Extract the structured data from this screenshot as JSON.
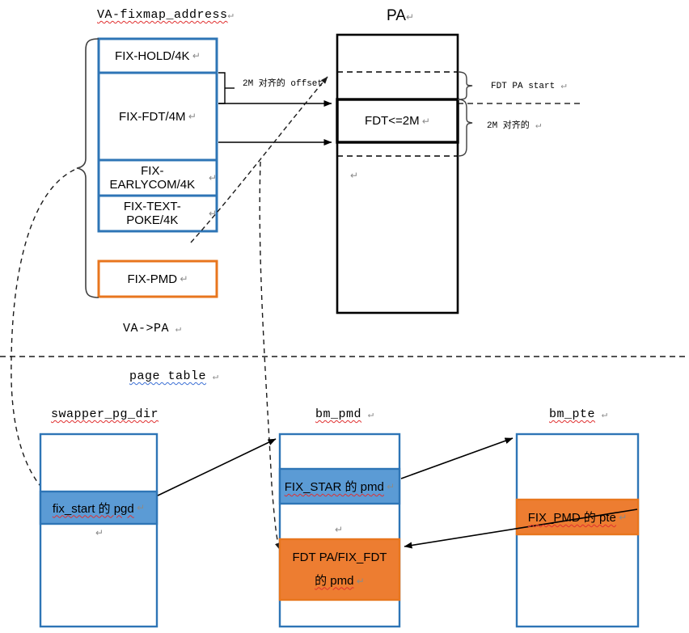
{
  "diagram": {
    "title_va": "VA-fixmap_address",
    "title_pa": "PA",
    "va_to_pa": "VA->PA",
    "page_table": "page table",
    "pilcrow": "↵"
  },
  "va_blocks": [
    {
      "label": "FIX-HOLD/4K",
      "style": "blue-outline"
    },
    {
      "label": "FIX-FDT/4M",
      "style": "blue-outline"
    },
    {
      "label": "FIX-EARLYCOM/4K",
      "style": "blue-outline"
    },
    {
      "label": "FIX-TEXT-POKE/4K",
      "style": "blue-outline"
    },
    {
      "label": "FIX-PMD",
      "style": "orange-outline"
    }
  ],
  "pa": {
    "fdt_label": "FDT<=2M",
    "annotations": [
      {
        "name": "fdt-pa-start",
        "text": "FDT PA start"
      },
      {
        "name": "2m-aligned",
        "text": "2M 对齐的"
      }
    ]
  },
  "offset_note": "2M 对齐的 offset",
  "tables": [
    {
      "name": "swapper_pg_dir",
      "title": "swapper_pg_dir",
      "entries": [
        {
          "label": "",
          "fill": "none"
        },
        {
          "label": "fix_start 的 pgd",
          "fill": "blue"
        },
        {
          "label": "",
          "fill": "none"
        }
      ]
    },
    {
      "name": "bm_pmd",
      "title": "bm_pmd",
      "entries": [
        {
          "label": "",
          "fill": "none"
        },
        {
          "label": "FIX_STAR 的 pmd",
          "fill": "blue"
        },
        {
          "label": "",
          "fill": "none"
        },
        {
          "label": "FDT PA/FIX_FDT 的 pmd",
          "fill": "orange"
        },
        {
          "label": "",
          "fill": "none"
        }
      ]
    },
    {
      "name": "bm_pte",
      "title": "bm_pte",
      "entries": [
        {
          "label": "",
          "fill": "none"
        },
        {
          "label": "FIX_PMD 的 pte",
          "fill": "orange"
        },
        {
          "label": "",
          "fill": "none"
        }
      ]
    }
  ],
  "colors": {
    "blue_fill": "#5B9BD5",
    "blue_stroke": "#2E75B6",
    "orange_fill": "#ED7D31",
    "orange_stroke": "#E8761E",
    "line": "#000000",
    "brace": "#3F3F3F"
  }
}
